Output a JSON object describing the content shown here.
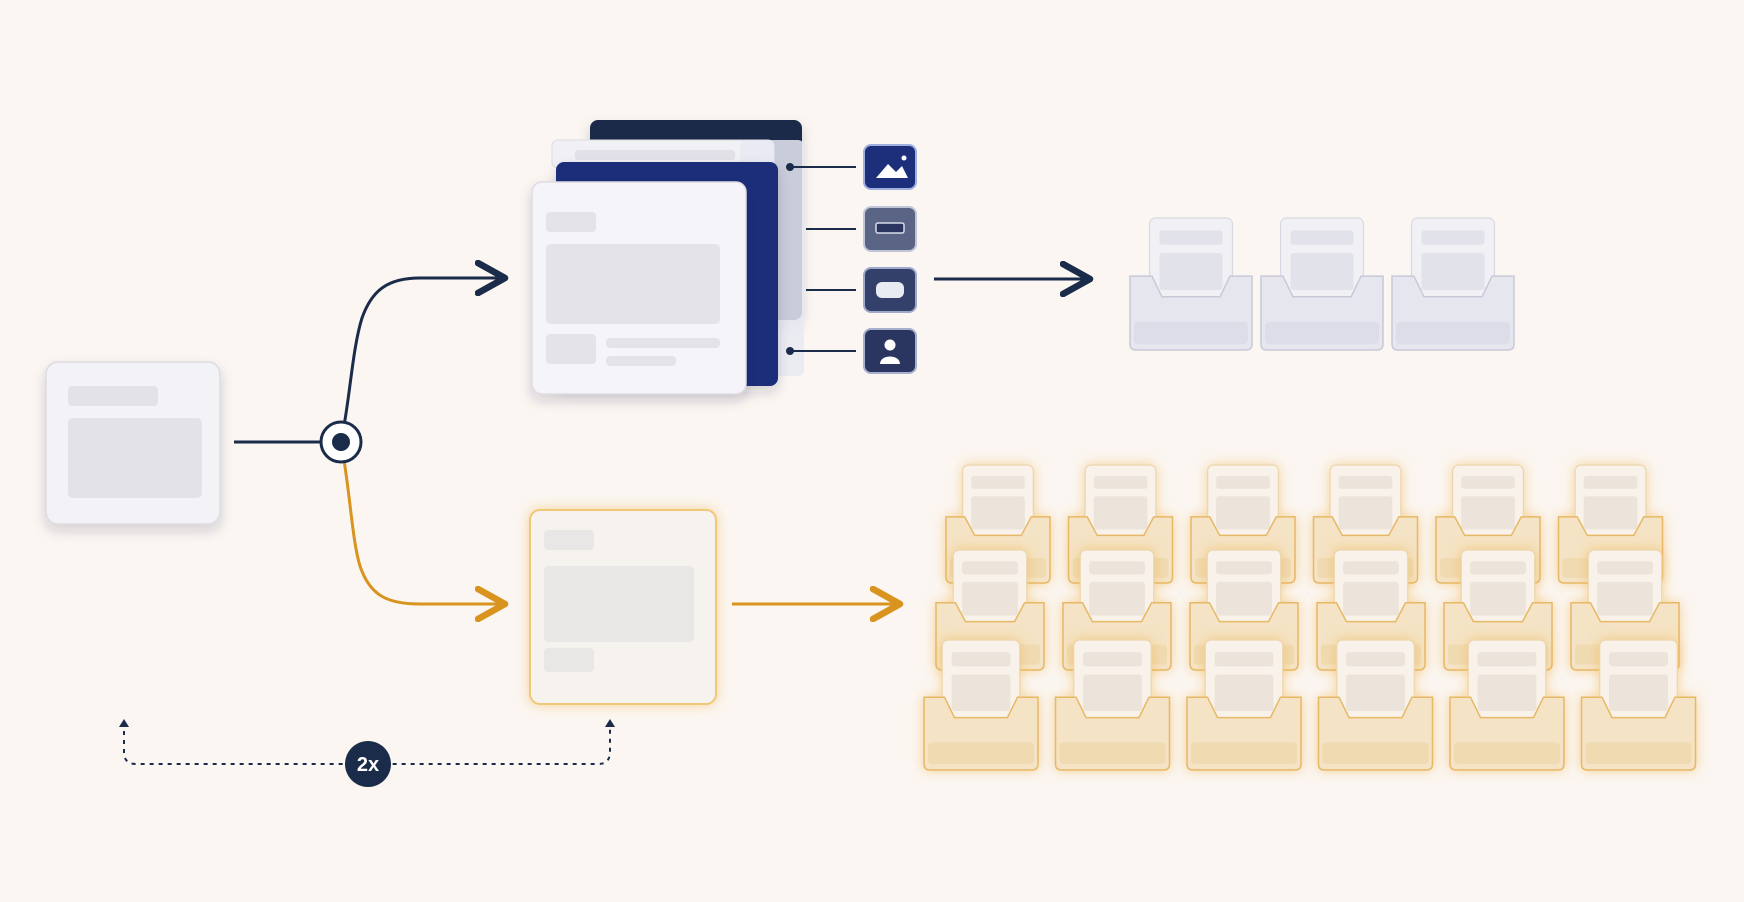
{
  "diagram": {
    "multiplier_label": "2x",
    "colors": {
      "background": "#fbf6f2",
      "navy": "#1b2b4a",
      "navy_panel": "#1d2f7a",
      "amber": "#d8941f",
      "card": "#f3f2f6",
      "placeholder": "#e6e5ea",
      "tray_gray": "#e4e4ec",
      "tray_cream": "#f4e3c4",
      "tray_glow": "#f0b34a"
    },
    "icons": [
      "image-icon",
      "bar-icon",
      "button-icon",
      "user-icon"
    ],
    "upper_output": {
      "tray_count": 3
    },
    "lower_output": {
      "rows": 3,
      "columns": 6
    }
  }
}
